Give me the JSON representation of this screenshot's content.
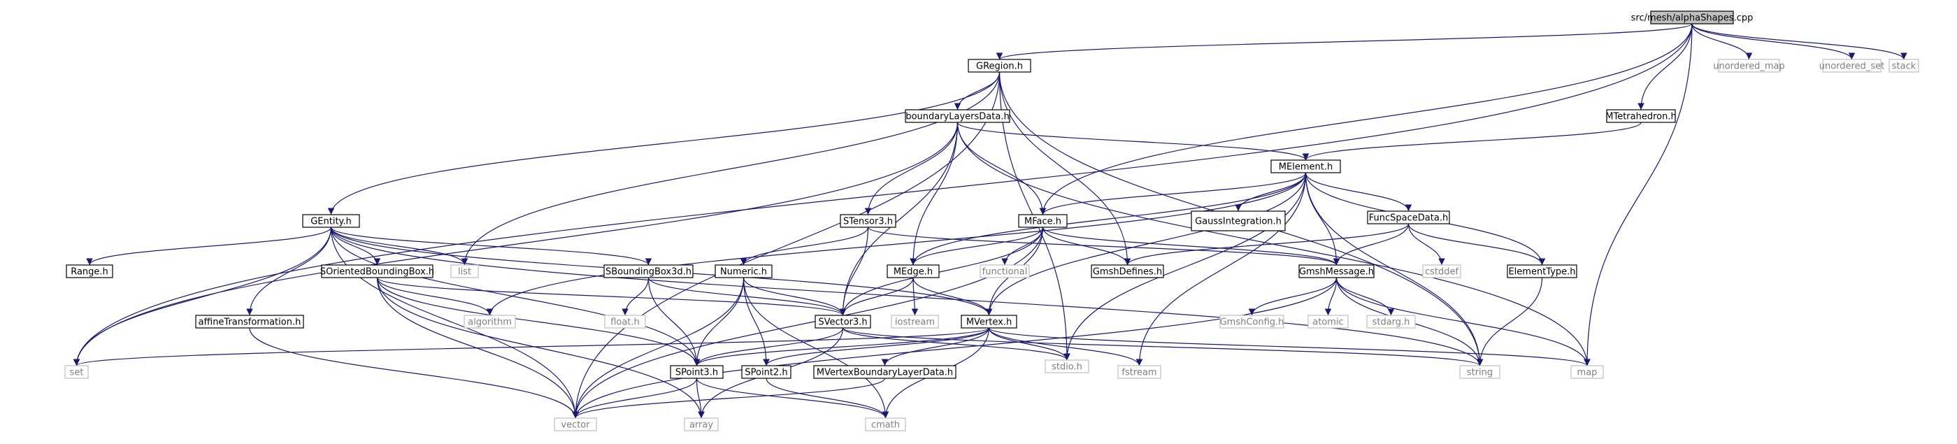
{
  "title": "src/mesh/alphaShapes.cpp",
  "colors": {
    "root_fill": "#bfbfbf",
    "root_stroke": "#000000",
    "doc_stroke": "#000000",
    "ext_stroke": "#bfbfbf",
    "ext_text": "#808080",
    "text": "#000000",
    "edge": "#191970"
  },
  "nodes": [
    {
      "id": "root",
      "label": "src/mesh/alphaShapes.cpp",
      "kind": "root"
    },
    {
      "id": "GRegion",
      "label": "GRegion.h",
      "kind": "doc"
    },
    {
      "id": "unordered_map",
      "label": "unordered_map",
      "kind": "ext"
    },
    {
      "id": "unordered_set",
      "label": "unordered_set",
      "kind": "ext"
    },
    {
      "id": "stack",
      "label": "stack",
      "kind": "ext"
    },
    {
      "id": "MTetrahedron",
      "label": "MTetrahedron.h",
      "kind": "doc"
    },
    {
      "id": "boundaryLayersData",
      "label": "boundaryLayersData.h",
      "kind": "doc"
    },
    {
      "id": "MElement",
      "label": "MElement.h",
      "kind": "doc"
    },
    {
      "id": "GEntity",
      "label": "GEntity.h",
      "kind": "doc"
    },
    {
      "id": "STensor3",
      "label": "STensor3.h",
      "kind": "doc"
    },
    {
      "id": "MFace",
      "label": "MFace.h",
      "kind": "doc"
    },
    {
      "id": "GaussIntegration",
      "label": "GaussIntegration.h",
      "kind": "doc"
    },
    {
      "id": "FuncSpaceData",
      "label": "FuncSpaceData.h",
      "kind": "doc"
    },
    {
      "id": "Range",
      "label": "Range.h",
      "kind": "doc"
    },
    {
      "id": "list",
      "label": "list",
      "kind": "ext"
    },
    {
      "id": "SOrientedBoundingBox",
      "label": "SOrientedBoundingBox.h",
      "kind": "doc"
    },
    {
      "id": "SBoundingBox3d",
      "label": "SBoundingBox3d.h",
      "kind": "doc"
    },
    {
      "id": "Numeric",
      "label": "Numeric.h",
      "kind": "doc"
    },
    {
      "id": "MEdge",
      "label": "MEdge.h",
      "kind": "doc"
    },
    {
      "id": "functional",
      "label": "functional",
      "kind": "ext"
    },
    {
      "id": "GmshDefines",
      "label": "GmshDefines.h",
      "kind": "doc"
    },
    {
      "id": "GmshMessage",
      "label": "GmshMessage.h",
      "kind": "doc"
    },
    {
      "id": "cstddef",
      "label": "cstddef",
      "kind": "ext"
    },
    {
      "id": "ElementType",
      "label": "ElementType.h",
      "kind": "doc"
    },
    {
      "id": "affineTransformation",
      "label": "affineTransformation.h",
      "kind": "doc"
    },
    {
      "id": "algorithm",
      "label": "algorithm",
      "kind": "ext"
    },
    {
      "id": "floath",
      "label": "float.h",
      "kind": "ext"
    },
    {
      "id": "SVector3",
      "label": "SVector3.h",
      "kind": "doc"
    },
    {
      "id": "iostream",
      "label": "iostream",
      "kind": "ext"
    },
    {
      "id": "MVertex",
      "label": "MVertex.h",
      "kind": "doc"
    },
    {
      "id": "GmshConfig",
      "label": "GmshConfig.h",
      "kind": "ext"
    },
    {
      "id": "atomic",
      "label": "atomic",
      "kind": "ext"
    },
    {
      "id": "stdargh",
      "label": "stdarg.h",
      "kind": "ext"
    },
    {
      "id": "set",
      "label": "set",
      "kind": "ext"
    },
    {
      "id": "SPoint3",
      "label": "SPoint3.h",
      "kind": "doc"
    },
    {
      "id": "SPoint2",
      "label": "SPoint2.h",
      "kind": "doc"
    },
    {
      "id": "MVertexBoundaryLayerData",
      "label": "MVertexBoundaryLayerData.h",
      "kind": "doc"
    },
    {
      "id": "stdioh",
      "label": "stdio.h",
      "kind": "ext"
    },
    {
      "id": "fstream",
      "label": "fstream",
      "kind": "ext"
    },
    {
      "id": "string",
      "label": "string",
      "kind": "ext"
    },
    {
      "id": "map",
      "label": "map",
      "kind": "ext"
    },
    {
      "id": "vector",
      "label": "vector",
      "kind": "ext"
    },
    {
      "id": "array",
      "label": "array",
      "kind": "ext"
    },
    {
      "id": "cmath",
      "label": "cmath",
      "kind": "ext"
    }
  ],
  "edges": [
    [
      "root",
      "GRegion"
    ],
    [
      "root",
      "unordered_map"
    ],
    [
      "root",
      "unordered_set"
    ],
    [
      "root",
      "stack"
    ],
    [
      "root",
      "MTetrahedron"
    ],
    [
      "root",
      "set"
    ],
    [
      "root",
      "map"
    ],
    [
      "root",
      "MFace"
    ],
    [
      "GRegion",
      "GEntity"
    ],
    [
      "GRegion",
      "boundaryLayersData"
    ],
    [
      "GRegion",
      "list"
    ],
    [
      "GRegion",
      "vector"
    ],
    [
      "GRegion",
      "GmshDefines"
    ],
    [
      "GRegion",
      "stdioh"
    ],
    [
      "GRegion",
      "string"
    ],
    [
      "MTetrahedron",
      "MElement"
    ],
    [
      "boundaryLayersData",
      "MElement"
    ],
    [
      "boundaryLayersData",
      "STensor3"
    ],
    [
      "boundaryLayersData",
      "MFace"
    ],
    [
      "boundaryLayersData",
      "MEdge"
    ],
    [
      "boundaryLayersData",
      "SVector3"
    ],
    [
      "boundaryLayersData",
      "set"
    ],
    [
      "boundaryLayersData",
      "map"
    ],
    [
      "MElement",
      "MFace"
    ],
    [
      "MElement",
      "MEdge"
    ],
    [
      "MElement",
      "GaussIntegration"
    ],
    [
      "MElement",
      "FuncSpaceData"
    ],
    [
      "MElement",
      "GmshMessage"
    ],
    [
      "MElement",
      "ElementType"
    ],
    [
      "MElement",
      "algorithm"
    ],
    [
      "MElement",
      "MVertex"
    ],
    [
      "MElement",
      "stdioh"
    ],
    [
      "MElement",
      "fstream"
    ],
    [
      "MElement",
      "string"
    ],
    [
      "GEntity",
      "Range"
    ],
    [
      "GEntity",
      "list"
    ],
    [
      "GEntity",
      "SOrientedBoundingBox"
    ],
    [
      "GEntity",
      "SBoundingBox3d"
    ],
    [
      "GEntity",
      "affineTransformation"
    ],
    [
      "GEntity",
      "set"
    ],
    [
      "GEntity",
      "vector"
    ],
    [
      "GEntity",
      "SPoint3"
    ],
    [
      "GEntity",
      "MVertex"
    ],
    [
      "GEntity",
      "string"
    ],
    [
      "STensor3",
      "Numeric"
    ],
    [
      "STensor3",
      "SVector3"
    ],
    [
      "STensor3",
      "GmshMessage"
    ],
    [
      "MFace",
      "MEdge"
    ],
    [
      "MFace",
      "functional"
    ],
    [
      "MFace",
      "GmshDefines"
    ],
    [
      "MFace",
      "GmshMessage"
    ],
    [
      "MFace",
      "MVertex"
    ],
    [
      "MFace",
      "SVector3"
    ],
    [
      "MFace",
      "vector"
    ],
    [
      "FuncSpaceData",
      "GmshMessage"
    ],
    [
      "FuncSpaceData",
      "cstddef"
    ],
    [
      "FuncSpaceData",
      "ElementType"
    ],
    [
      "FuncSpaceData",
      "GmshDefines"
    ],
    [
      "SOrientedBoundingBox",
      "algorithm"
    ],
    [
      "SOrientedBoundingBox",
      "SPoint3"
    ],
    [
      "SOrientedBoundingBox",
      "SVector3"
    ],
    [
      "SOrientedBoundingBox",
      "vector"
    ],
    [
      "SOrientedBoundingBox",
      "array"
    ],
    [
      "SBoundingBox3d",
      "floath"
    ],
    [
      "SBoundingBox3d",
      "SVector3"
    ],
    [
      "SBoundingBox3d",
      "SPoint3"
    ],
    [
      "Numeric",
      "SVector3"
    ],
    [
      "Numeric",
      "SPoint3"
    ],
    [
      "Numeric",
      "SPoint2"
    ],
    [
      "Numeric",
      "vector"
    ],
    [
      "Numeric",
      "cmath"
    ],
    [
      "MEdge",
      "iostream"
    ],
    [
      "MEdge",
      "SVector3"
    ],
    [
      "MEdge",
      "MVertex"
    ],
    [
      "GmshMessage",
      "GmshConfig"
    ],
    [
      "GmshMessage",
      "atomic"
    ],
    [
      "GmshMessage",
      "stdargh"
    ],
    [
      "GmshMessage",
      "string"
    ],
    [
      "GmshMessage",
      "map"
    ],
    [
      "GmshMessage",
      "vector"
    ],
    [
      "ElementType",
      "string"
    ],
    [
      "affineTransformation",
      "vector"
    ],
    [
      "SVector3",
      "SPoint3"
    ],
    [
      "SVector3",
      "stdioh"
    ],
    [
      "SVector3",
      "string"
    ],
    [
      "SVector3",
      "array"
    ],
    [
      "MVertex",
      "set"
    ],
    [
      "MVertex",
      "SPoint3"
    ],
    [
      "MVertex",
      "SPoint2"
    ],
    [
      "MVertex",
      "MVertexBoundaryLayerData"
    ],
    [
      "MVertex",
      "stdioh"
    ],
    [
      "MVertex",
      "fstream"
    ],
    [
      "MVertex",
      "map"
    ],
    [
      "MVertex",
      "cmath"
    ],
    [
      "SPoint3",
      "vector"
    ],
    [
      "SPoint3",
      "array"
    ],
    [
      "SPoint3",
      "cmath"
    ],
    [
      "SPoint2",
      "cmath"
    ],
    [
      "MVertexBoundaryLayerData",
      "vector"
    ]
  ]
}
